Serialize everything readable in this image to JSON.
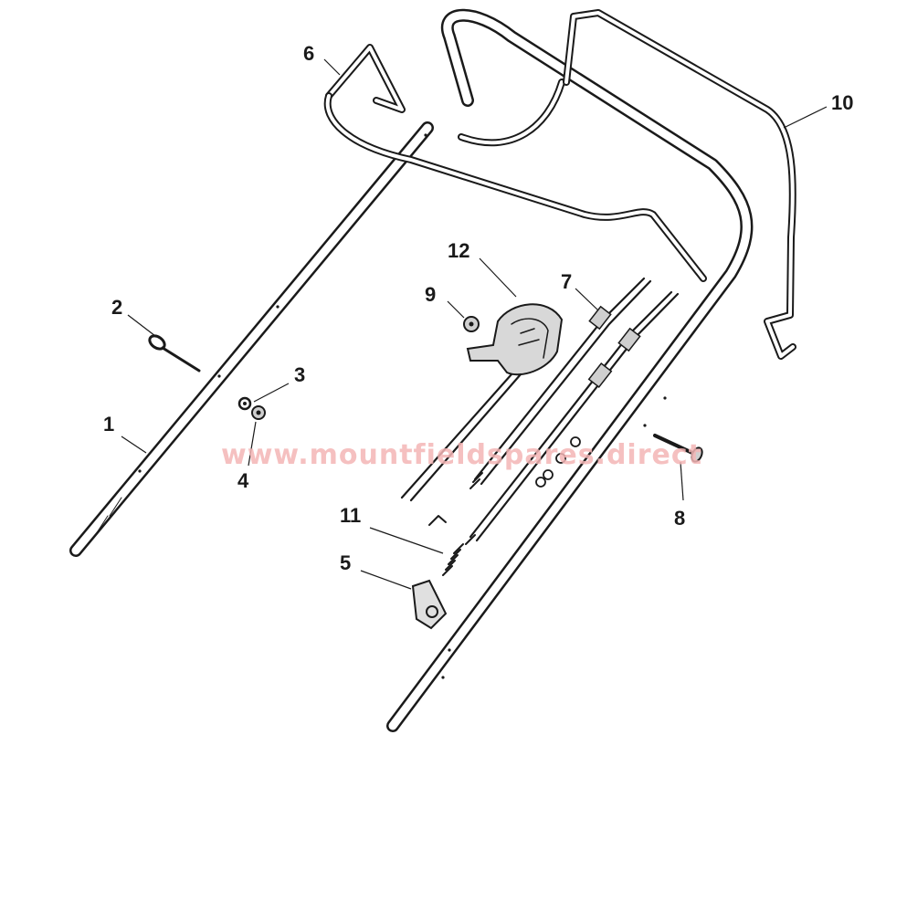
{
  "watermark": "www.mountfieldspares.direct",
  "callouts": {
    "c1": "1",
    "c2": "2",
    "c3": "3",
    "c4": "4",
    "c5": "5",
    "c6": "6",
    "c7": "7",
    "c8": "8",
    "c9": "9",
    "c10": "10",
    "c11": "11",
    "c12": "12"
  }
}
